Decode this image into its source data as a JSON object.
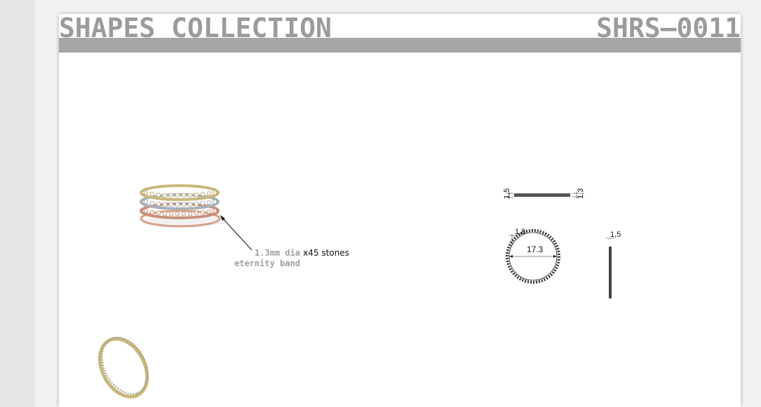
{
  "header": {
    "collection_title": "SHAPES COLLECTION",
    "product_code": "SHRS–0011"
  },
  "callout": {
    "stone_size": "1.3mm dia",
    "stone_count": "x45 stones",
    "ring_type": "eternity band"
  },
  "drawing": {
    "band_height_left": "1,5",
    "band_height_right": "1,3",
    "band_width_label": "1,8",
    "inner_diameter": "17.3",
    "side_width": "1,5"
  },
  "colors": {
    "band_gray": "#a6a6a6",
    "title_gray": "#9b9b9b",
    "gold": "#c9b77c",
    "white_gold": "#c8ccd0",
    "rose_gold": "#d7a088"
  }
}
